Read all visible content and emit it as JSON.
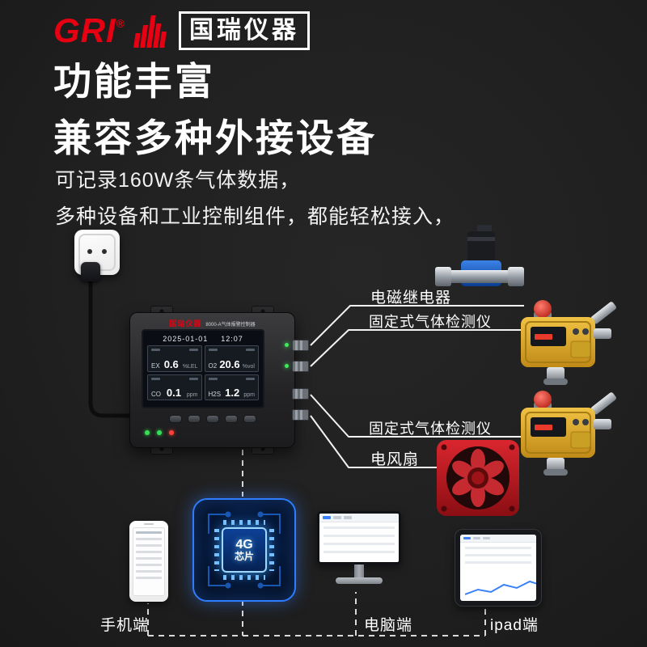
{
  "brand": {
    "logo": "GRI",
    "reg": "®",
    "name": "国瑞仪器"
  },
  "headline": {
    "line1": "功能丰富",
    "line2": "兼容多种外接设备"
  },
  "intro": {
    "line1": "可记录160W条气体数据，",
    "line2": "多种设备和工业控制组件，都能轻松接入，"
  },
  "controller": {
    "brand": "国瑞仪器",
    "model": "8000-A气体报警控制器",
    "date": "2025-01-01",
    "time": "12:07",
    "channels": [
      {
        "gas": "EX",
        "value": "0.6",
        "unit": "%LEL"
      },
      {
        "gas": "O2",
        "value": "20.6",
        "unit": "%vol"
      },
      {
        "gas": "CO",
        "value": "0.1",
        "unit": "ppm"
      },
      {
        "gas": "H2S",
        "value": "1.2",
        "unit": "ppm"
      }
    ]
  },
  "connections": {
    "relay": "电磁继电器",
    "detector1": "固定式气体检测仪",
    "detector2": "固定式气体检测仪",
    "fan": "电风扇"
  },
  "terminals": {
    "phone": "手机端",
    "chip_line1": "4G",
    "chip_line2": "芯片",
    "pc": "电脑端",
    "ipad": "ipad端"
  },
  "colors": {
    "accent_red": "#e60012",
    "chip_blue": "#2f7dff",
    "valve_blue": "#2b6fd6",
    "detector_yellow": "#d9a228",
    "fan_red": "#c4161c",
    "led_green": "#35e054",
    "led_red": "#ff4136"
  }
}
